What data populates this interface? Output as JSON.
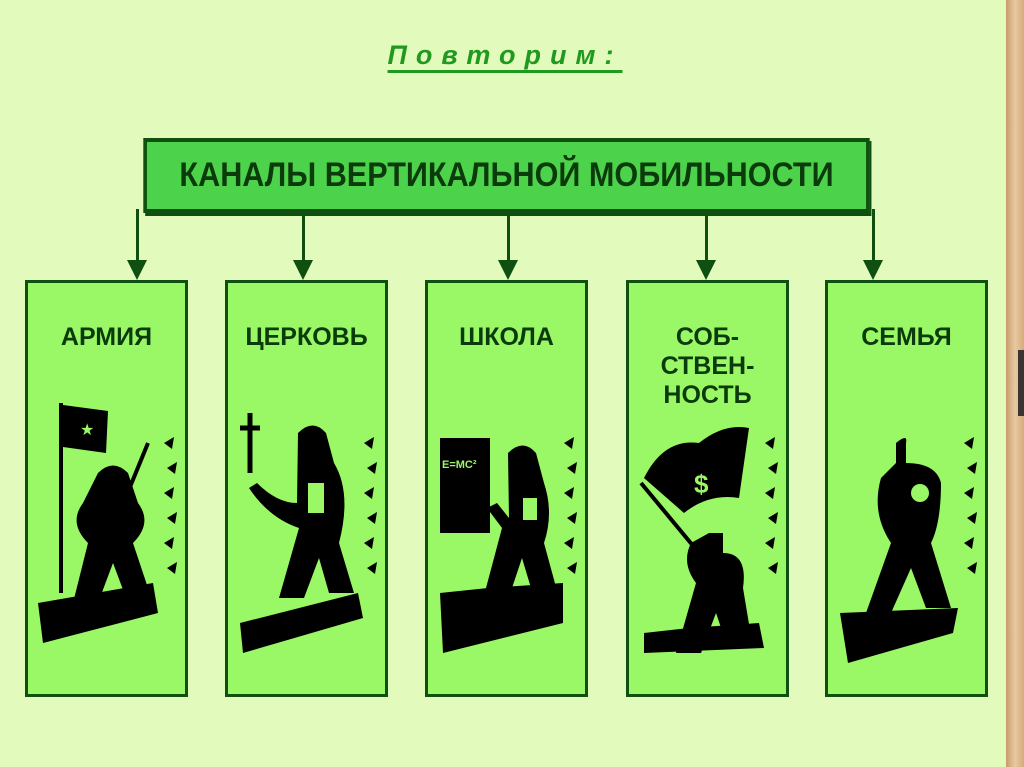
{
  "title": "Повторим:",
  "header": "КАНАЛЫ ВЕРТИКАЛЬНОЙ МОБИЛЬНОСТИ",
  "channels": [
    {
      "label": "АРМИЯ",
      "icon": "soldier-with-flag-icon"
    },
    {
      "label": "ЦЕРКОВЬ",
      "icon": "priest-with-cross-icon"
    },
    {
      "label": "ШКОЛА",
      "icon": "teacher-at-blackboard-icon",
      "equation": "E=MC²"
    },
    {
      "label": "СОБ-\nСТВЕН-\nНОСТЬ",
      "icon": "man-with-dollar-flag-icon"
    },
    {
      "label": "СЕМЬЯ",
      "icon": "parent-with-child-icon"
    }
  ],
  "colors": {
    "background": "#e2fbbc",
    "header_fill": "#4dd34b",
    "box_fill": "#9af766",
    "border": "#0f4f10",
    "title": "#1f9a1f"
  }
}
